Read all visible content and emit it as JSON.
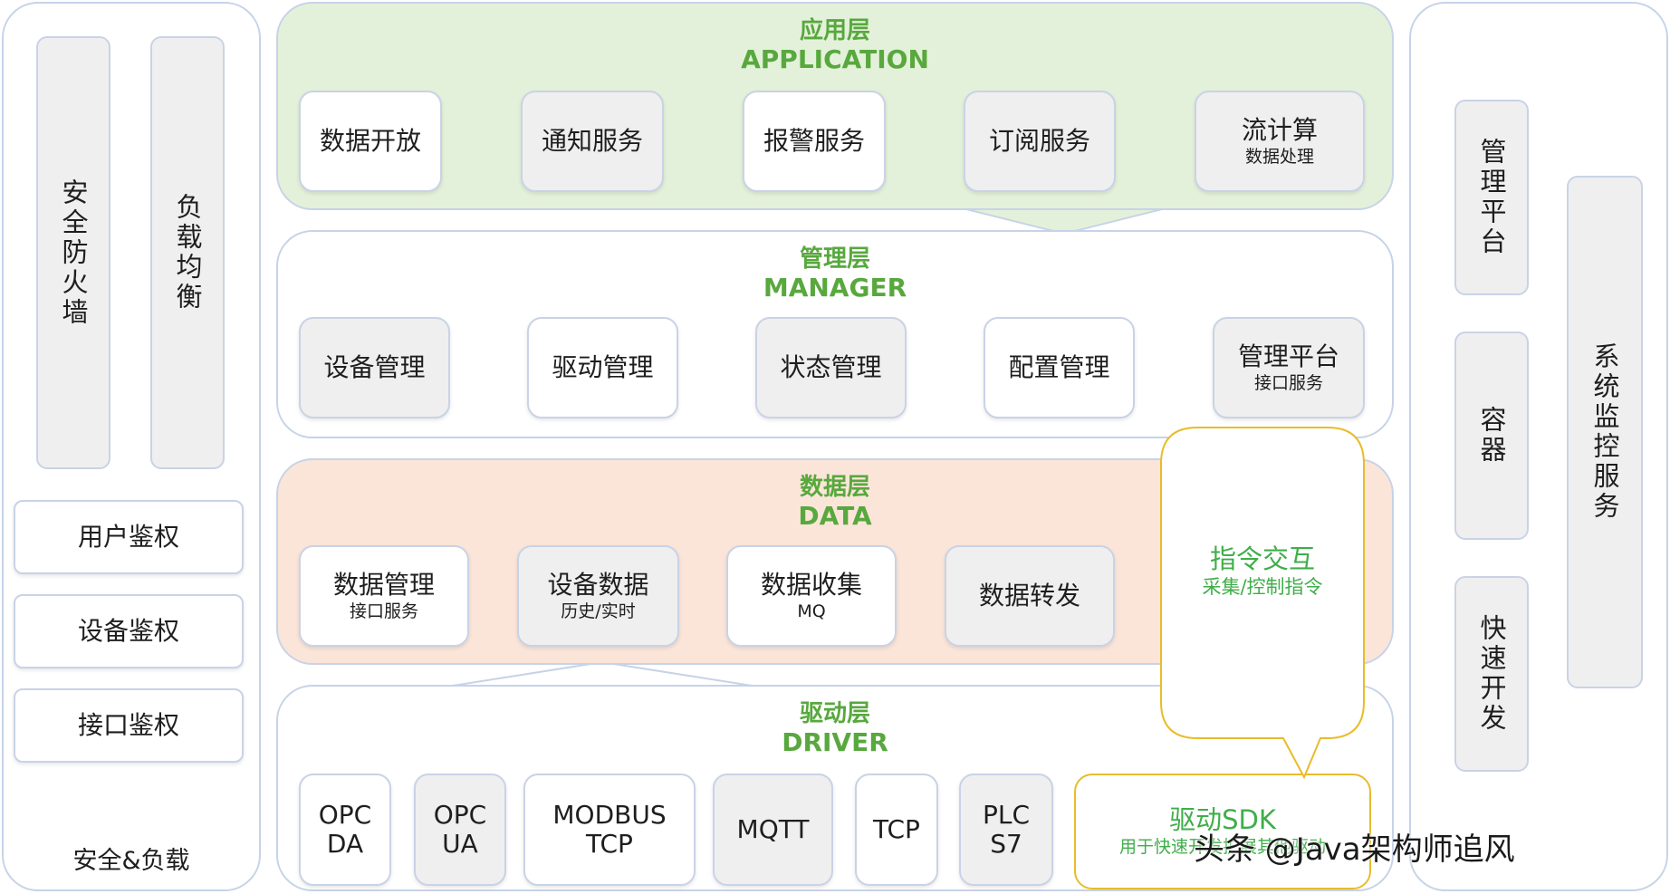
{
  "left": {
    "firewall": "安全防火墙",
    "load_balance": "负载均衡",
    "auth": [
      "用户鉴权",
      "设备鉴权",
      "接口鉴权"
    ],
    "footer": "安全&负载"
  },
  "application": {
    "title_cn": "应用层",
    "title_en": "APPLICATION",
    "boxes": [
      {
        "main": "数据开放",
        "sub": ""
      },
      {
        "main": "通知服务",
        "sub": ""
      },
      {
        "main": "报警服务",
        "sub": ""
      },
      {
        "main": "订阅服务",
        "sub": ""
      },
      {
        "main": "流计算",
        "sub": "数据处理"
      }
    ]
  },
  "manager": {
    "title_cn": "管理层",
    "title_en": "MANAGER",
    "boxes": [
      {
        "main": "设备管理",
        "sub": ""
      },
      {
        "main": "驱动管理",
        "sub": ""
      },
      {
        "main": "状态管理",
        "sub": ""
      },
      {
        "main": "配置管理",
        "sub": ""
      },
      {
        "main": "管理平台",
        "sub": "接口服务"
      }
    ]
  },
  "data_layer": {
    "title_cn": "数据层",
    "title_en": "DATA",
    "boxes": [
      {
        "main": "数据管理",
        "sub": "接口服务"
      },
      {
        "main": "设备数据",
        "sub": "历史/实时"
      },
      {
        "main": "数据收集",
        "sub": "MQ"
      },
      {
        "main": "数据转发",
        "sub": ""
      }
    ]
  },
  "driver": {
    "title_cn": "驱动层",
    "title_en": "DRIVER",
    "boxes": [
      {
        "main": "OPC\nDA"
      },
      {
        "main": "OPC\nUA"
      },
      {
        "main": "MODBUS\nTCP"
      },
      {
        "main": "MQTT"
      },
      {
        "main": "TCP"
      },
      {
        "main": "PLC\nS7"
      }
    ],
    "sdk_title": "驱动SDK",
    "sdk_sub": "用于快速开发扩展其他驱动"
  },
  "callout": {
    "title": "指令交互",
    "sub": "采集/控制指令"
  },
  "right": {
    "platform": "管理平台",
    "container": "容器",
    "rapid": "快速开发",
    "monitor": "系统监控服务"
  },
  "watermark": "头条 @Java架构师追风",
  "colors": {
    "green_title": "#58a83e",
    "app_fill": "#e4f1da",
    "data_fill": "#fbe5d9",
    "callout_border": "#e8bc2b",
    "sdk_text": "#3fae49"
  }
}
